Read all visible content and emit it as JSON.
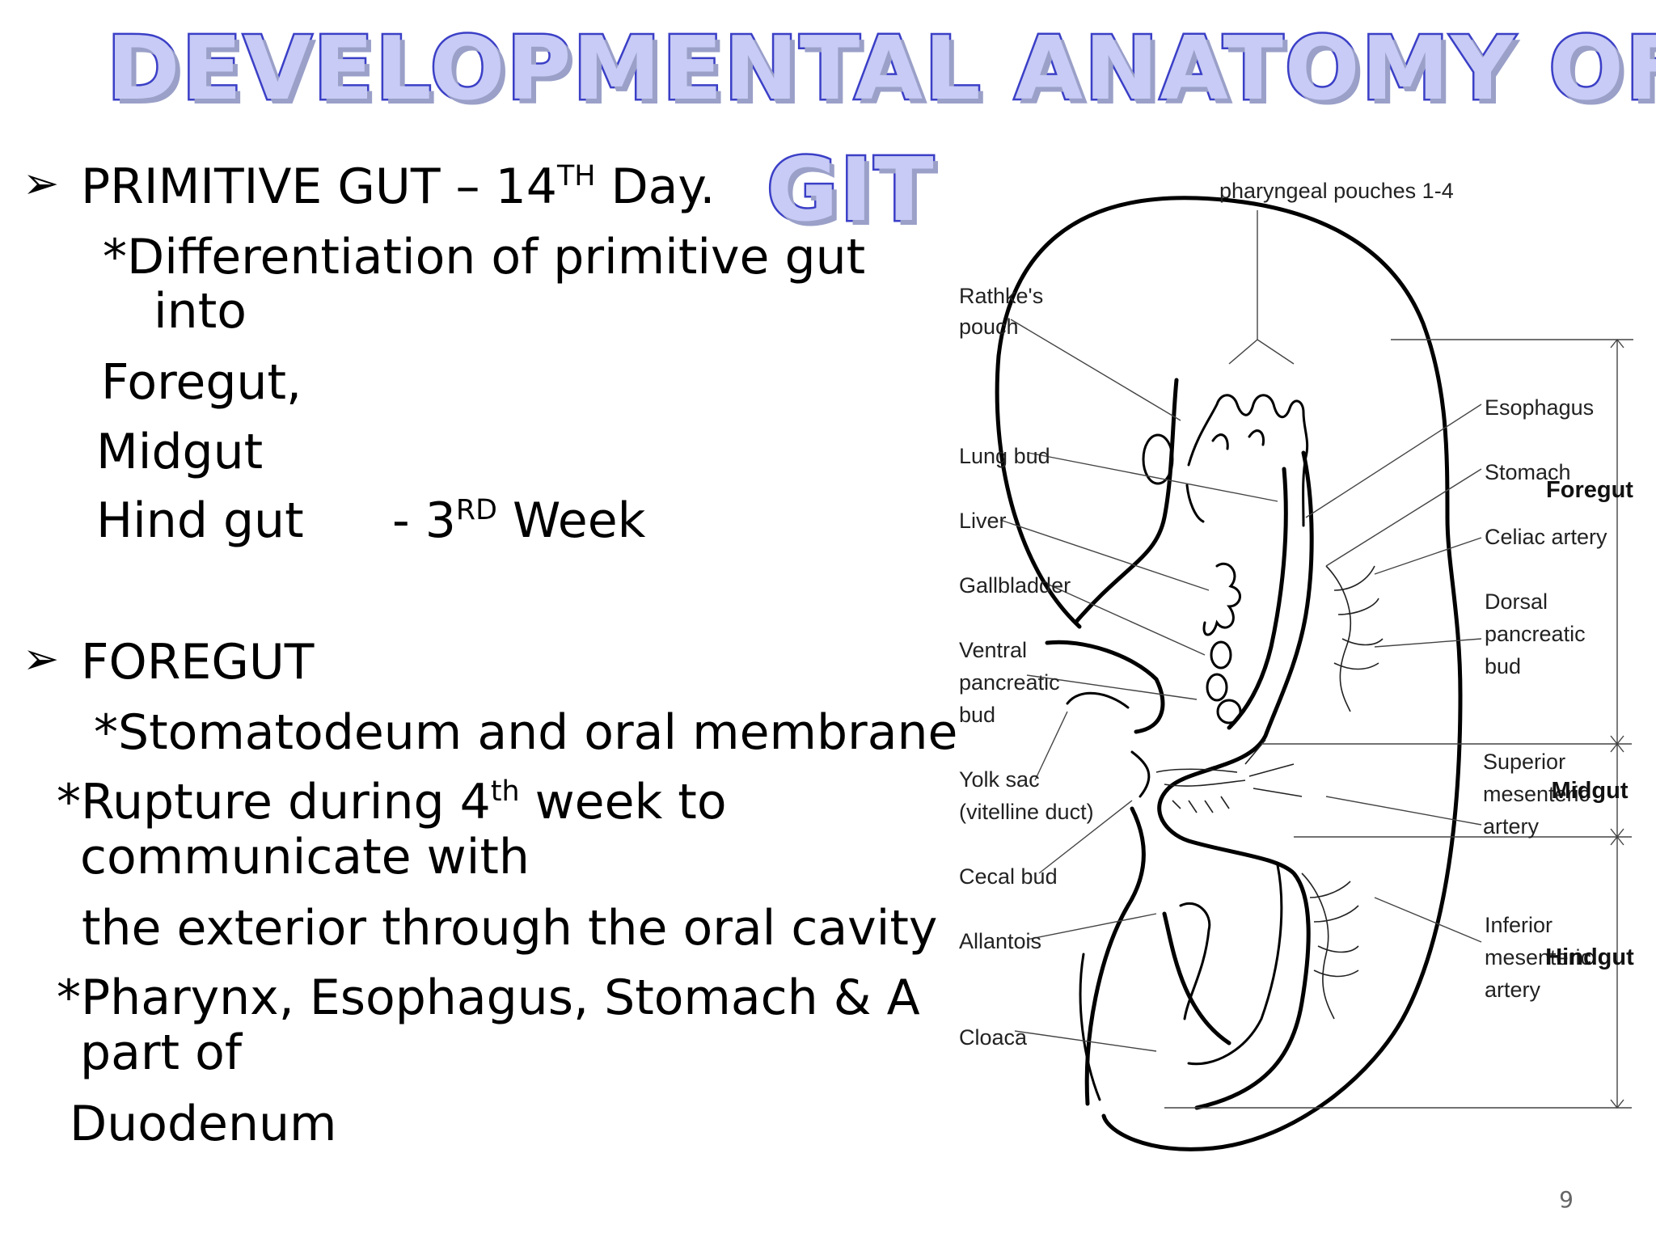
{
  "title": {
    "line1": "DEVELOPMENTAL ANATOMY OF",
    "line2": "GIT"
  },
  "bullets": [
    {
      "marker": "➢",
      "heading_pre": "PRIMITIVE GUT – 14",
      "heading_sup": "TH",
      "heading_post": " Day.",
      "lines": {
        "diff1": "*Differentiation of  primitive gut",
        "diff2": "into",
        "foregut": "Foregut,",
        "midgut": "Midgut",
        "hindgut": "Hind gut",
        "week_pre": "- 3",
        "week_sup": "RD",
        "week_post": " Week"
      }
    },
    {
      "marker": "➢",
      "heading": "FOREGUT",
      "lines": {
        "stoma": "*Stomatodeum  and oral membrane",
        "rupture_pre": "*Rupture during 4",
        "rupture_sup": "th",
        "rupture_post": " week to",
        "communicate": "communicate with",
        "exterior": "the exterior through the oral cavity",
        "pharynx": "*Pharynx, Esophagus, Stomach & A",
        "partof": "part of",
        "duodenum": "Duodenum"
      }
    }
  ],
  "diagram": {
    "labels": {
      "pharyngeal": "pharyngeal pouches 1-4",
      "rathke1": "Rathke's",
      "rathke2": "pouch",
      "lungbud": "Lung bud",
      "liver": "Liver",
      "gallbladder": "Gallbladder",
      "ventral1": "Ventral",
      "ventral2": "pancreatic",
      "ventral3": "bud",
      "yolk1": "Yolk sac",
      "yolk2": "(vitelline duct)",
      "cecal": "Cecal bud",
      "allantois": "Allantois",
      "cloaca": "Cloaca",
      "esophagus": "Esophagus",
      "stomach": "Stomach",
      "celiac": "Celiac artery",
      "dorsal1": "Dorsal",
      "dorsal2": "pancreatic",
      "dorsal3": "bud",
      "superior1": "Superior",
      "superior2": "mesenteric",
      "superior3": "artery",
      "inferior1": "Inferior",
      "inferior2": "mesenteric",
      "inferior3": "artery"
    },
    "regions": {
      "foregut": "Foregut",
      "midgut": "Midgut",
      "hindgut": "Hindgut"
    }
  },
  "page_number": "9"
}
